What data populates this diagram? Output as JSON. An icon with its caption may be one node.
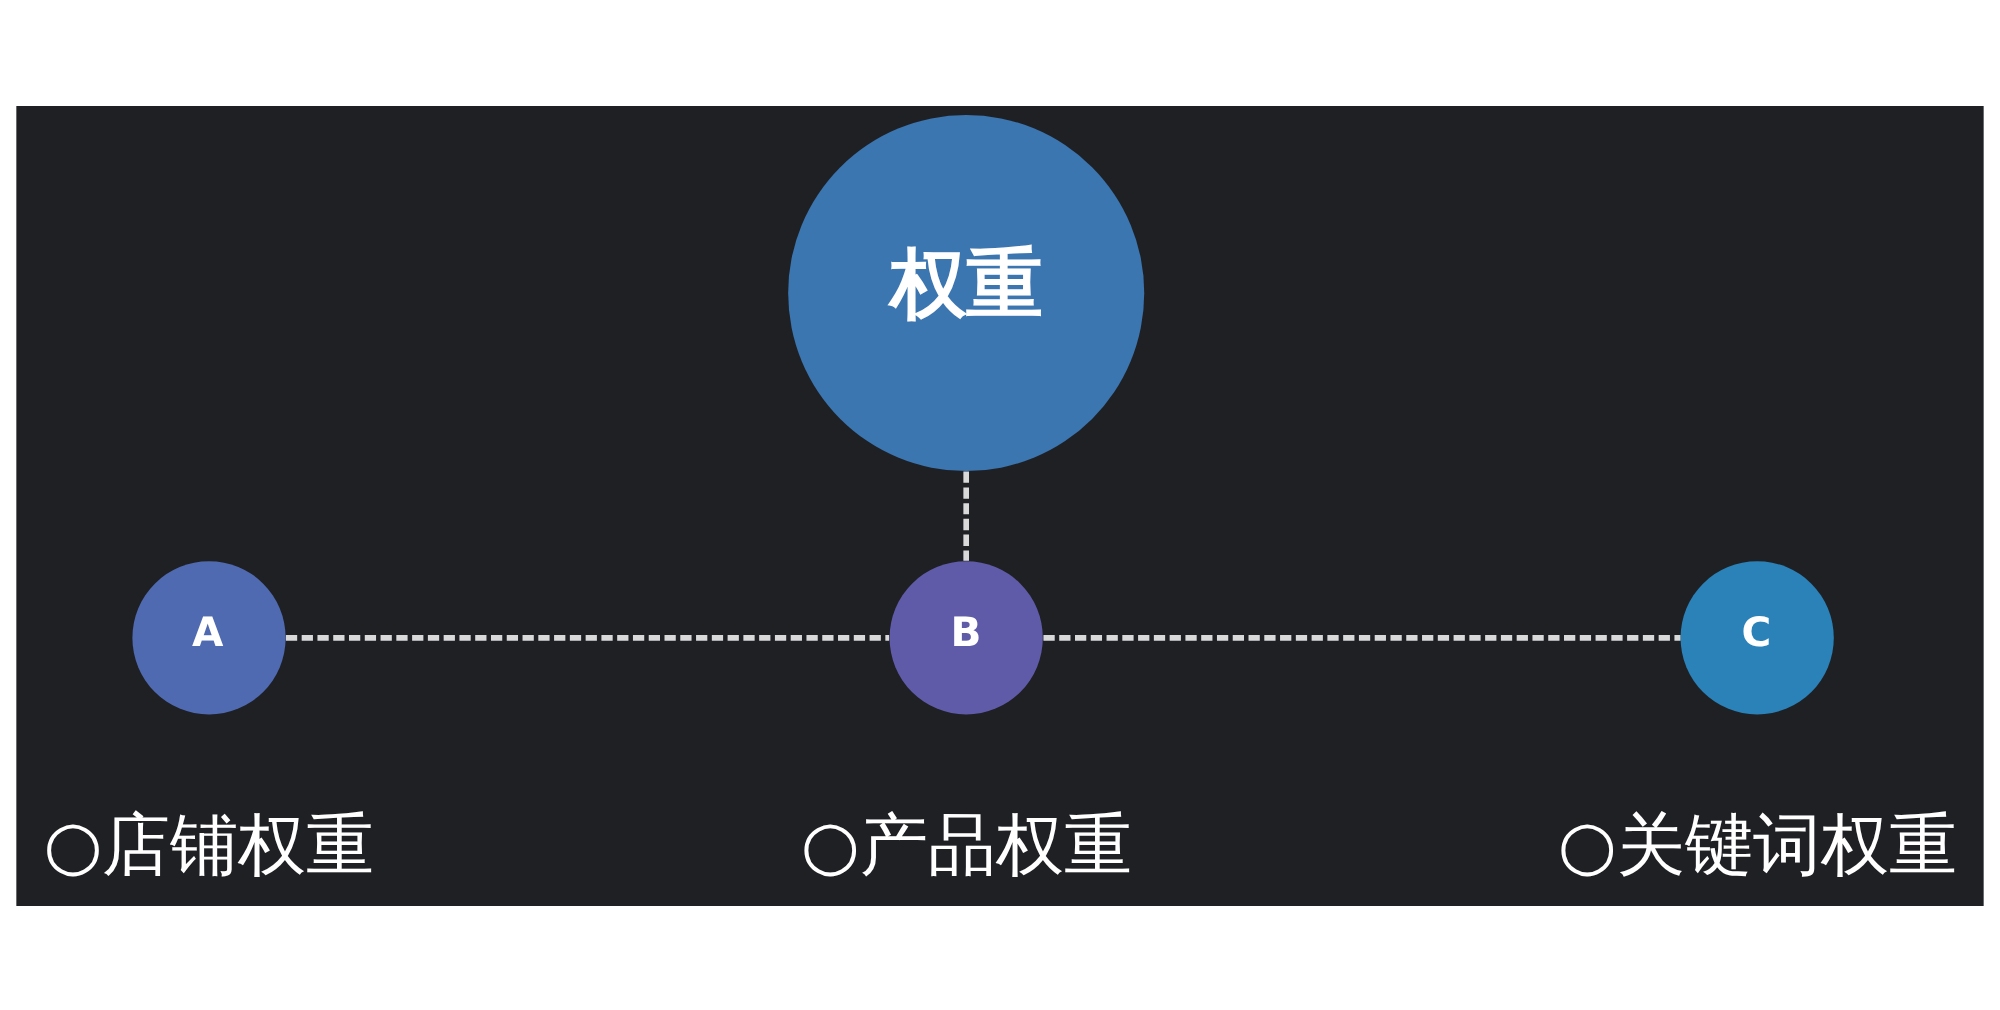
{
  "diagram": {
    "nodes": [
      {
        "text": [
          "权重"
        ]
      },
      {
        "text": [
          "A"
        ],
        "beside": [
          "○店铺权重"
        ]
      },
      {
        "text": [
          "B"
        ],
        "beside": [
          "○产品权重"
        ]
      },
      {
        "text": [
          "C"
        ],
        "beside": [
          "○关键词权重"
        ]
      }
    ],
    "edges": [
      {
        "from": 0,
        "to": 2,
        "arrow": "none",
        "style": "dashed"
      },
      {
        "from": 1,
        "to": 2,
        "arrow": "none",
        "style": "dashed"
      },
      {
        "from": 2,
        "to": 3,
        "arrow": "none",
        "style": "dashed"
      }
    ]
  }
}
